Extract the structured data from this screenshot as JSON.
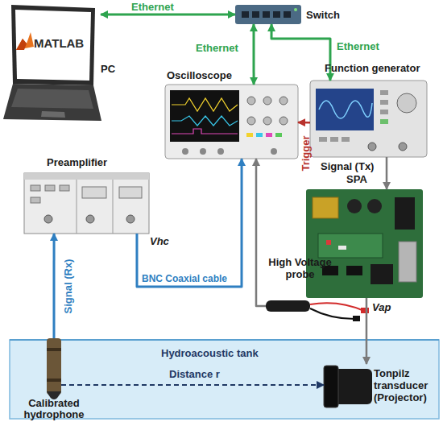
{
  "diagram": {
    "nodes": [
      {
        "text": [
          "MATLAB",
          "PC"
        ]
      },
      {
        "text": [
          "Switch"
        ]
      },
      {
        "text": [
          "Oscilloscope"
        ]
      },
      {
        "text": [
          "Function generator"
        ]
      },
      {
        "text": [
          "Preamplifier"
        ]
      },
      {
        "text": [
          "SPA"
        ]
      },
      {
        "text": [
          "High Voltage probe"
        ]
      },
      {
        "text": [
          "Hydroacoustic tank"
        ]
      },
      {
        "text": [
          "Calibrated hydrophone"
        ],
        "in": 7
      },
      {
        "text": [
          "Tonpilz transducer (Projector)"
        ],
        "in": 7
      }
    ],
    "edges": [
      {
        "from": 0,
        "to": 1,
        "label": "Ethernet",
        "arrow": "both"
      },
      {
        "from": 1,
        "to": 2,
        "label": "Ethernet",
        "arrow": "both"
      },
      {
        "from": 1,
        "to": 3,
        "label": "Ethernet",
        "arrow": "both"
      },
      {
        "from": 3,
        "to": 2,
        "label": "Trigger",
        "arrow": "to"
      },
      {
        "from": 3,
        "to": 5,
        "label": "Signal (Tx)",
        "arrow": "to"
      },
      {
        "from": 5,
        "to": 9,
        "arrow": "to"
      },
      {
        "from": 6,
        "to": 2,
        "arrow": "to"
      },
      {
        "from": 8,
        "to": 4,
        "label": "Signal (Rx)",
        "arrow": "to"
      },
      {
        "from": 4,
        "to": 2,
        "label": "BNC Coaxial cable",
        "arrow": "to"
      },
      {
        "from": 8,
        "to": 9,
        "label": "Distance r",
        "arrow": "to"
      }
    ],
    "labels": [
      "Vhc",
      "Vap"
    ]
  }
}
